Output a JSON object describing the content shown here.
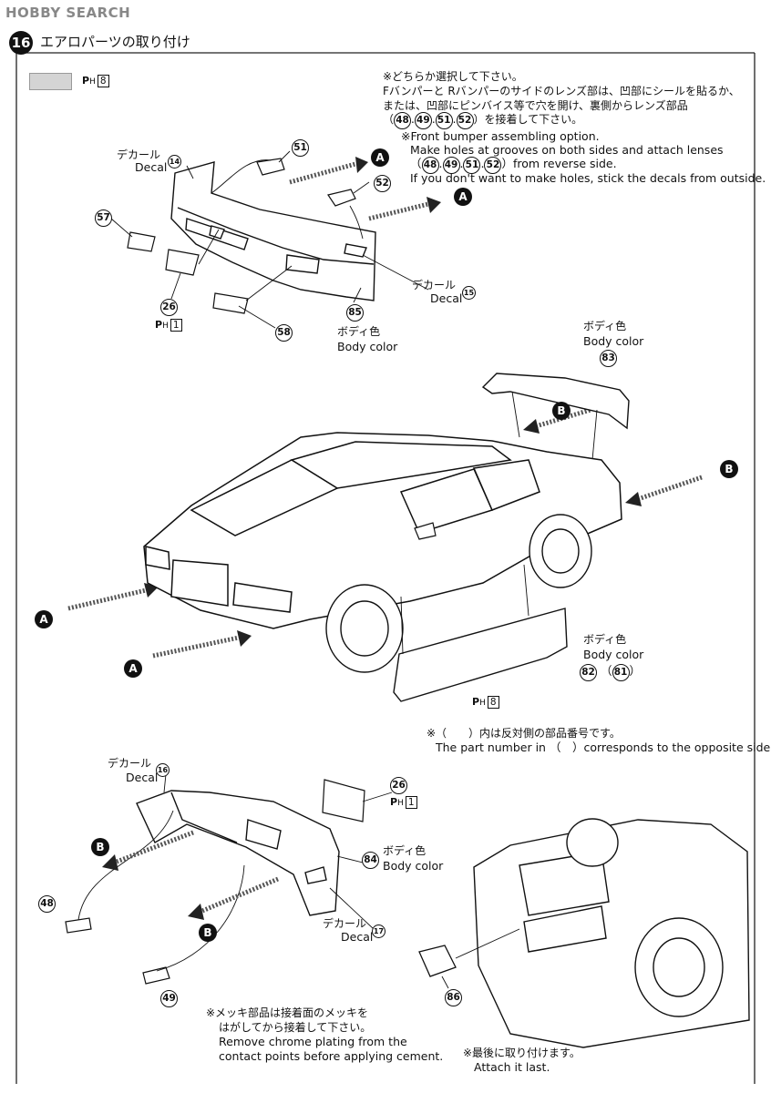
{
  "header": {
    "logo": "HOBBY SEARCH",
    "step_number": "16",
    "step_title": "エアロパーツの取り付け"
  },
  "paint_swatch": {
    "ref_prefix": "P",
    "ref_sub": "H",
    "ref_num": "8"
  },
  "front_notes": {
    "jp1": "※どちらか選択して下さい。",
    "jp2": "Fバンパーと Rバンパーのサイドのレンズ部は、凹部にシールを貼るか、",
    "jp3": "または、凹部にピンバイス等で穴を開け、裏側からレンズ部品",
    "jp4_pre": "（",
    "jp4_post": "）を接着して下さい。",
    "en1": "※Front bumper assembling option.",
    "en2": "Make holes at grooves on both sides and attach lenses",
    "en3_pre": "（",
    "en3_post": "）from reverse side.",
    "en4": "If you don't want to make holes, stick the decals from outside.",
    "lens_parts": [
      "48",
      "49",
      "51",
      "52"
    ]
  },
  "front_bumper": {
    "decal14_jp": "デカール",
    "decal14_en": "Decal",
    "decal14_num": "14",
    "decal15_jp": "デカール",
    "decal15_en": "Decal",
    "decal15_num": "15",
    "part51": "51",
    "part52": "52",
    "part57": "57",
    "part26": "26",
    "part26_ref_num": "1",
    "part58": "58",
    "part85": "85",
    "part85_jp": "ボディ色",
    "part85_en": "Body color",
    "arrow_a1": "A",
    "arrow_a2": "A"
  },
  "rear_wing": {
    "jp": "ボディ色",
    "en": "Body color",
    "part": "83",
    "arrow_b": "B"
  },
  "car": {
    "arrow_b_right": "B",
    "arrow_a_left1": "A",
    "arrow_a_left2": "A"
  },
  "side_skirt": {
    "jp": "ボディ色",
    "en": "Body color",
    "part": "82",
    "paren_open": "（",
    "part_opposite": "81",
    "paren_close": "）",
    "ref_num": "8"
  },
  "opposite_note": {
    "jp": "※（　　）内は反対側の部品番号です。",
    "en": "The part number in （　）corresponds to the opposite side."
  },
  "rear_bumper": {
    "decal16_jp": "デカール",
    "decal16_en": "Decal",
    "decal16_num": "16",
    "decal17_jp": "デカール",
    "decal17_en": "Decal",
    "decal17_num": "17",
    "part26": "26",
    "part26_ref_num": "1",
    "part84": "84",
    "part84_jp": "ボディ色",
    "part84_en": "Body color",
    "part48": "48",
    "part49": "49",
    "arrow_b1": "B",
    "arrow_b2": "B"
  },
  "chrome_note": {
    "jp1": "※メッキ部品は接着面のメッキを",
    "jp2": "はがしてから接着して下さい。",
    "en1": "Remove chrome plating from the",
    "en2": "contact points before applying cement."
  },
  "muffler": {
    "part": "86",
    "jp": "※最後に取り付けます。",
    "en": "Attach it last."
  }
}
